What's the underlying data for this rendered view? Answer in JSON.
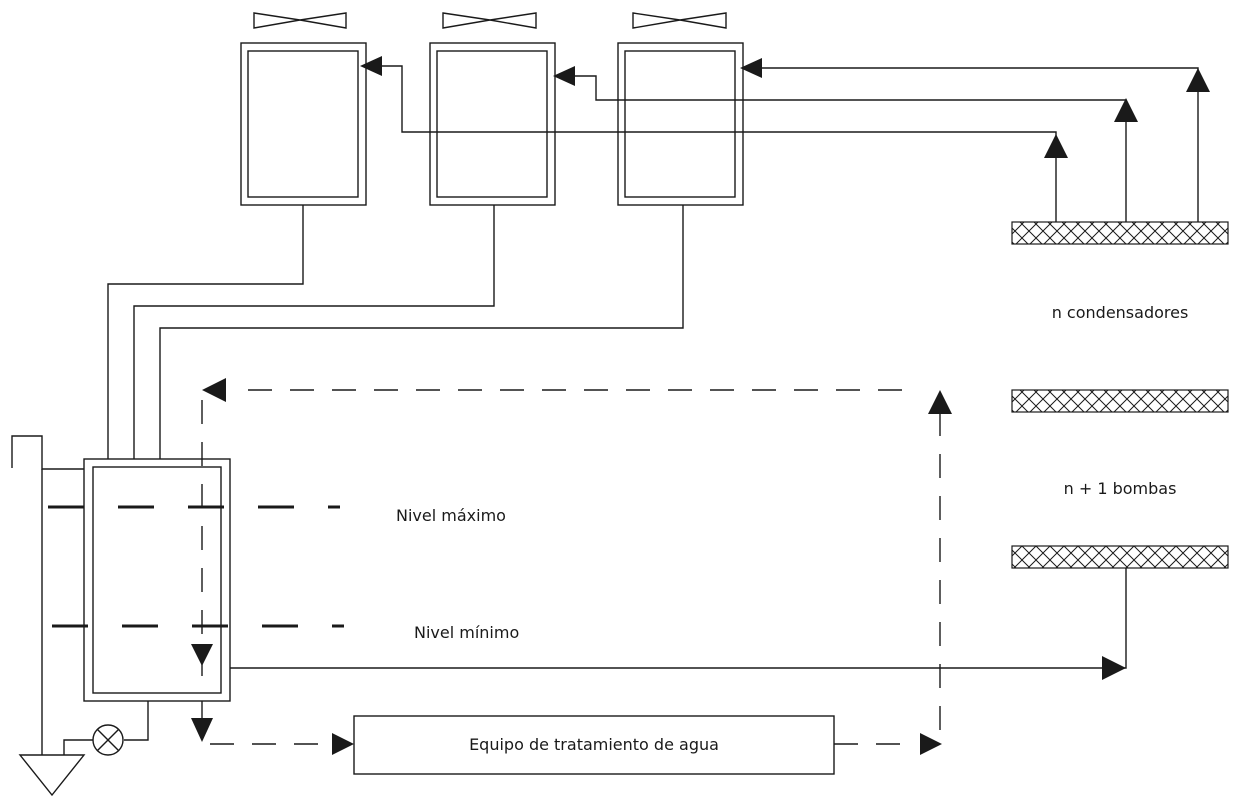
{
  "labels": {
    "condensers": "n condensadores",
    "pumps": "n + 1 bombas",
    "level_max": "Nivel máximo",
    "level_min": "Nivel mínimo",
    "treatment": "Equipo de tratamiento de agua"
  }
}
